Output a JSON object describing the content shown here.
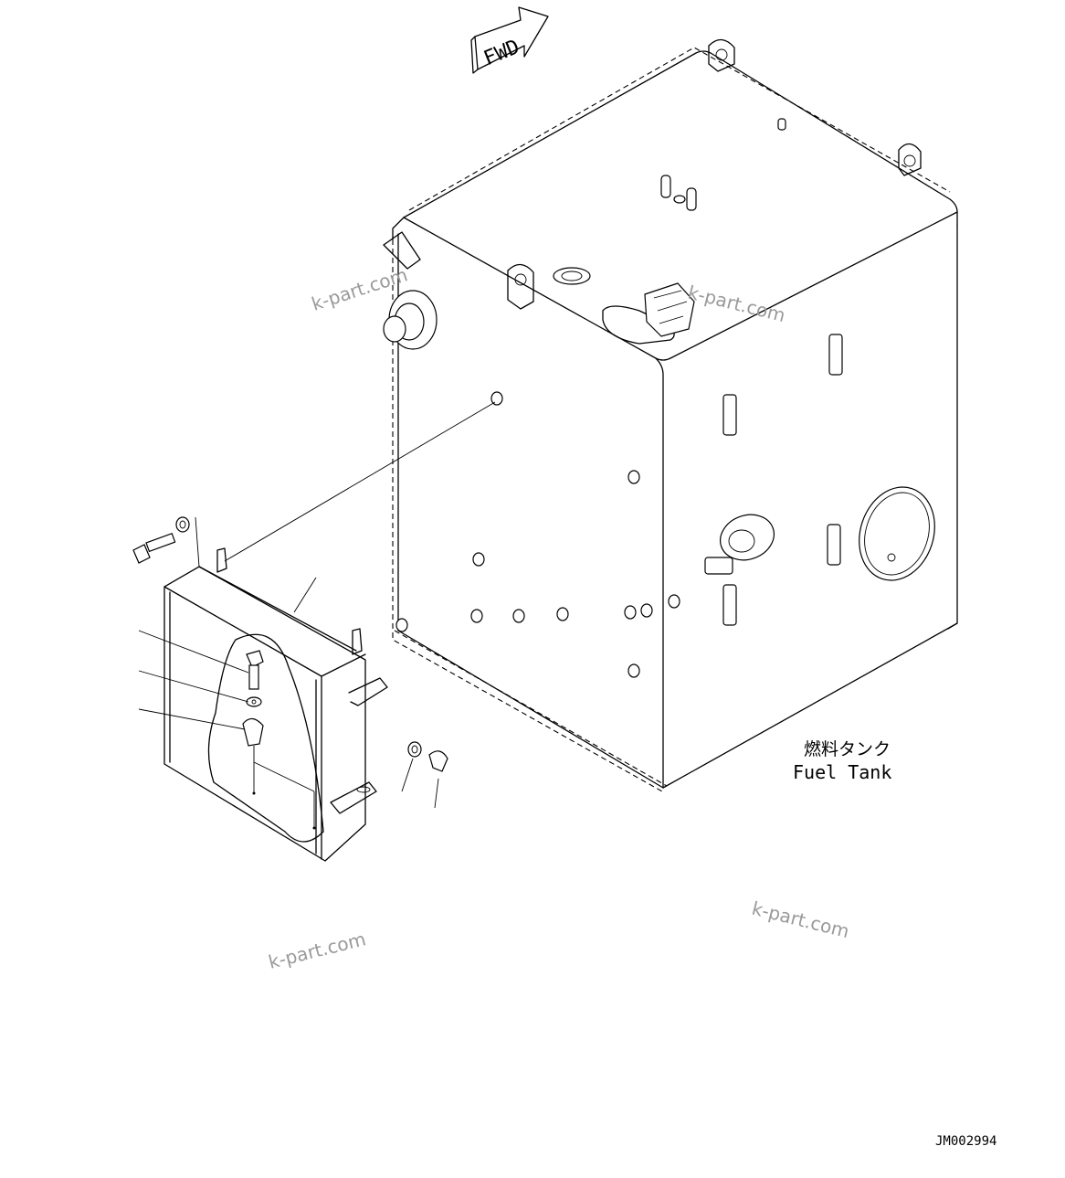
{
  "direction_arrow": {
    "label": "FWD"
  },
  "tank_label": {
    "jp": "燃料タンク",
    "en": "Fuel Tank"
  },
  "drawing_number": "JM002994",
  "watermarks": [
    "k-part.com",
    "k-part.com",
    "k-part.com",
    "k-part.com"
  ]
}
